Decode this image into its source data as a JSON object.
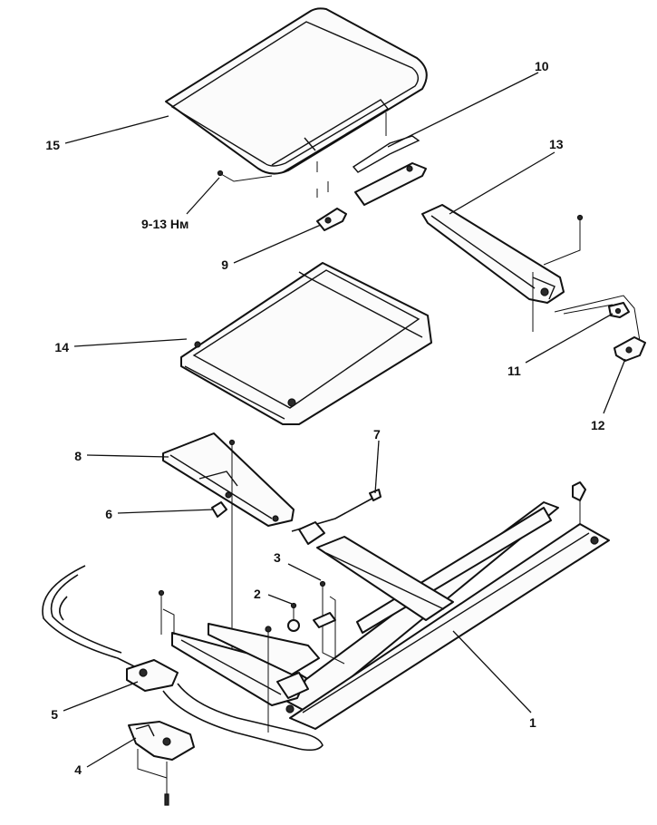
{
  "callouts": {
    "c1": "1",
    "c2": "2",
    "c3": "3",
    "c4": "4",
    "c5": "5",
    "c6": "6",
    "c7": "7",
    "c8": "8",
    "c9": "9",
    "c10": "10",
    "c11": "11",
    "c12": "12",
    "c13": "13",
    "c14": "14",
    "c15": "15"
  },
  "torque_note": "9-13 Нм"
}
